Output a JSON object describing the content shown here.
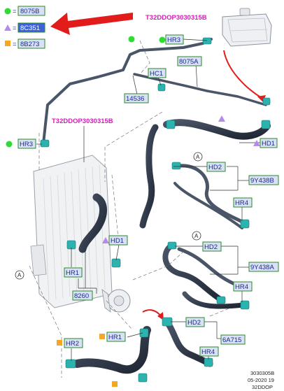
{
  "legend": {
    "items": [
      {
        "prefix": "=",
        "code": "8075B",
        "marker": "green-dot-icon"
      },
      {
        "prefix": "=",
        "code": "8C351",
        "marker": "purple-triangle-icon",
        "highlighted": true
      },
      {
        "prefix": "=",
        "code": "8B273",
        "marker": "orange-square-icon"
      }
    ]
  },
  "diagram_labels": {
    "t32_top": "T32DDOP3030315B",
    "t32_mid": "T32DDOP3030315B",
    "hr3_top": "HR3",
    "hr3_left": "HR3",
    "p8075a": "8075A",
    "hc1": "HC1",
    "p14536": "14536",
    "hd1_right": "HD1",
    "hd2_a": "HD2",
    "p9y438b": "9Y438B",
    "hr4_a": "HR4",
    "hd1_left": "HD1",
    "hr1_left": "HR1",
    "p8260": "8260",
    "hd2_b": "HD2",
    "p9y438a": "9Y438A",
    "hr4_b": "HR4",
    "hd2_c": "HD2",
    "hr1_bottom": "HR1",
    "p6a715": "6A715",
    "hr2": "HR2",
    "hr4_c": "HR4",
    "callout_a": "A"
  },
  "footer": {
    "line1": "3030305B",
    "line2": "05-2020 19",
    "line3": "32DDOP"
  },
  "colors": {
    "label_text": "#1b2a8a",
    "label_bg": "#d9e1f7",
    "label_border": "#2a8a2a",
    "magenta_text": "#d21fb5",
    "green": "#2fdc36",
    "purple": "#b48be8",
    "orange": "#f5a623",
    "red_arrow": "#e21b1b",
    "clamp_teal": "#2bb3b0",
    "hose_dark": "#2a3140"
  }
}
